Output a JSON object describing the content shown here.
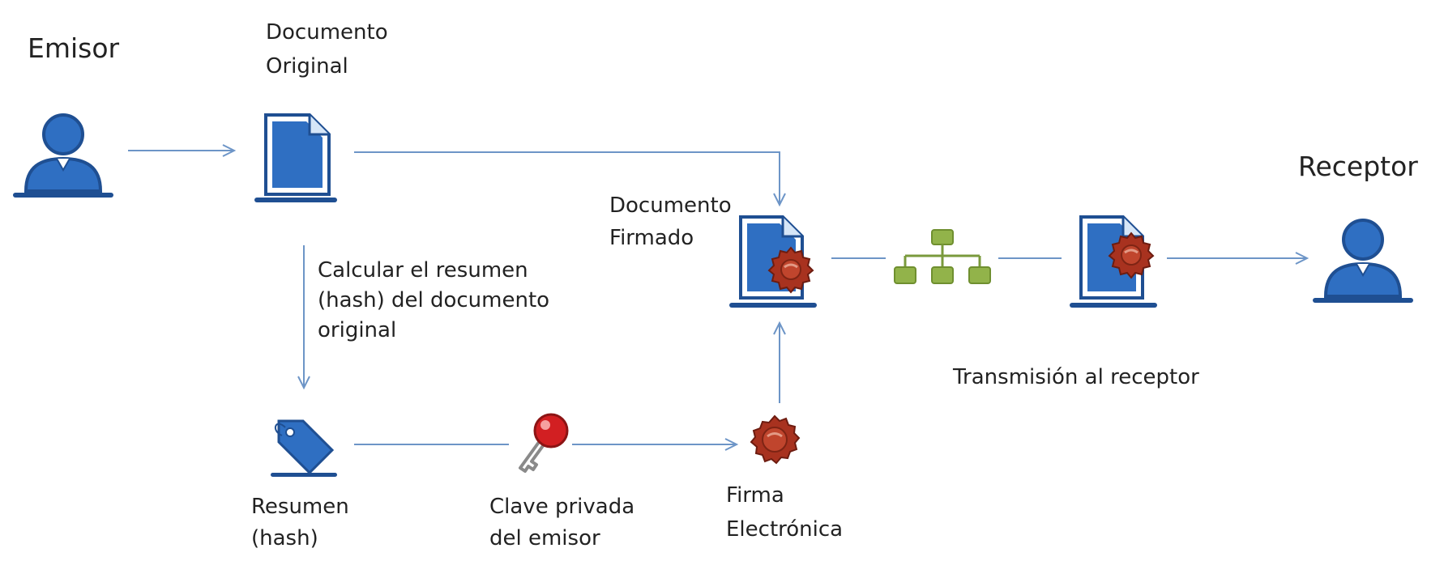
{
  "diagram": {
    "title": "",
    "colors": {
      "line": "#6d95c7",
      "icon_fill": "#2f6fc2",
      "icon_outline": "#1f4f92",
      "seal": "#a8321f",
      "network": "#92b34a",
      "key_head": "#d21f22"
    },
    "nodes": {
      "emisor": {
        "label": "Emisor",
        "icon": "person-icon"
      },
      "documento_original": {
        "label_lines": [
          "Documento",
          "Original"
        ],
        "icon": "document-icon"
      },
      "resumen": {
        "label_lines": [
          "Resumen",
          "(hash)"
        ],
        "icon": "tag-icon"
      },
      "clave_privada": {
        "label_lines": [
          "Clave privada",
          "del emisor"
        ],
        "icon": "key-icon"
      },
      "firma_electronica": {
        "label_lines": [
          "Firma",
          "Electrónica"
        ],
        "icon": "wax-seal-icon"
      },
      "documento_firmado": {
        "label_lines": [
          "Documento",
          "Firmado"
        ],
        "icon": "signed-document-icon"
      },
      "red": {
        "icon": "network-icon"
      },
      "documento_transmitido": {
        "icon": "signed-document-icon"
      },
      "receptor": {
        "label": "Receptor",
        "icon": "person-icon"
      }
    },
    "edge_labels": {
      "hash_step": [
        "Calcular el resumen",
        "(hash) del documento",
        "original"
      ],
      "transmission": "Transmisión al receptor"
    }
  }
}
